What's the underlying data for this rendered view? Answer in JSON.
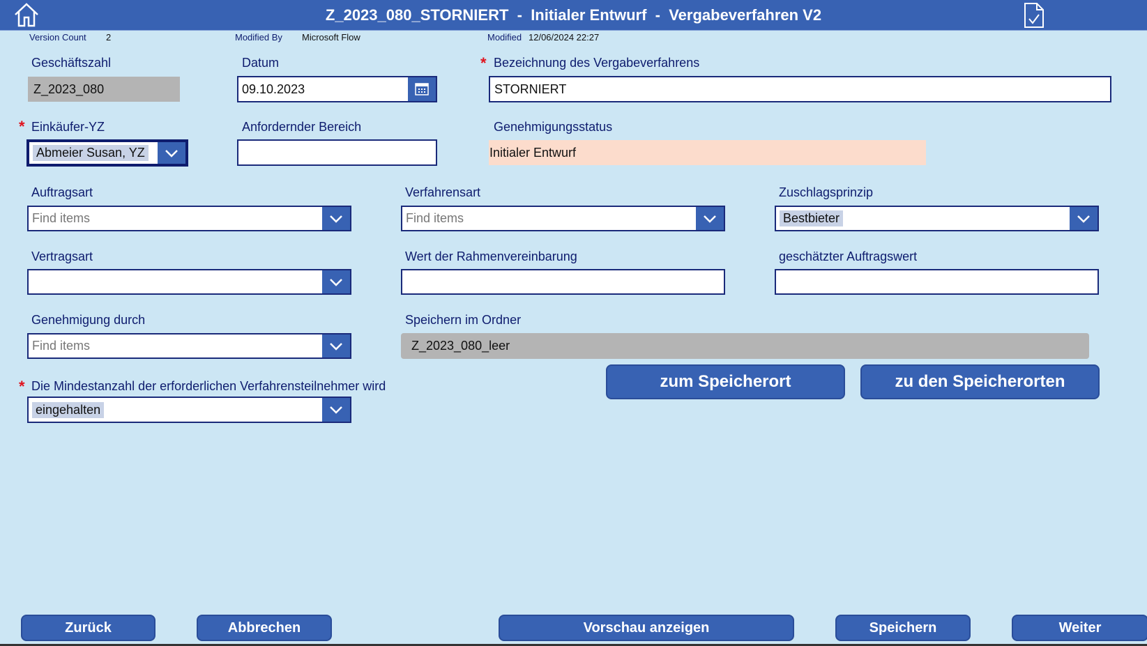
{
  "header": {
    "title": "Z_2023_080_STORNIERT  -  Initialer Entwurf  -  Vergabeverfahren V2",
    "home_icon": "home-icon",
    "doc_icon": "document-check-icon"
  },
  "meta": {
    "version_count_label": "Version Count",
    "version_count": "2",
    "modified_by_label": "Modified By",
    "modified_by": "Microsoft Flow",
    "modified_label": "Modified",
    "modified": "12/06/2024 22:27"
  },
  "fields": {
    "geschaeftszahl": {
      "label": "Geschäftszahl",
      "value": "Z_2023_080"
    },
    "datum": {
      "label": "Datum",
      "value": "09.10.2023"
    },
    "bezeichnung": {
      "label": "Bezeichnung des Vergabeverfahrens",
      "value": "STORNIERT"
    },
    "einkaeufer": {
      "label": "Einkäufer-YZ",
      "value": "Abmeier Susan, YZ"
    },
    "bereich": {
      "label": "Anfordernder Bereich",
      "value": ""
    },
    "status": {
      "label": "Genehmigungsstatus",
      "value": "Initialer Entwurf"
    },
    "auftragsart": {
      "label": "Auftragsart",
      "placeholder": "Find items"
    },
    "verfahrensart": {
      "label": "Verfahrensart",
      "placeholder": "Find items"
    },
    "zuschlag": {
      "label": "Zuschlagsprinzip",
      "value": "Bestbieter"
    },
    "vertragsart": {
      "label": "Vertragsart",
      "value": ""
    },
    "rahmen": {
      "label": "Wert der Rahmenvereinbarung",
      "value": ""
    },
    "auftragswert": {
      "label": "geschätzter Auftragswert",
      "value": ""
    },
    "genehmigung": {
      "label": "Genehmigung durch",
      "placeholder": "Find items"
    },
    "ordner": {
      "label": "Speichern im Ordner",
      "value": "Z_2023_080_leer"
    },
    "mindest": {
      "label": "Die Mindestanzahl der erforderlichen Verfahrensteilnehmer wird",
      "value": "eingehalten"
    }
  },
  "required_mark": "*",
  "buttons": {
    "speicherort": "zum Speicherort",
    "speicherorte": "zu den Speicherorten",
    "zurueck": "Zurück",
    "abbrechen": "Abbrechen",
    "vorschau": "Vorschau anzeigen",
    "speichern": "Speichern",
    "weiter": "Weiter"
  }
}
